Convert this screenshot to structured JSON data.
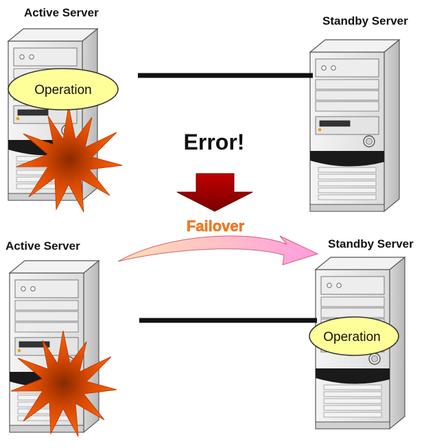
{
  "top_section": {
    "active_label": "Active Server",
    "standby_label": "Standby Server",
    "operation_label": "Operation",
    "error_text": "Error!"
  },
  "transition": {
    "failover_label": "Failover"
  },
  "bottom_section": {
    "active_label": "Active Server",
    "standby_label": "Standby Server",
    "operation_label": "Operation"
  },
  "colors": {
    "server_body": "#e6e6e6",
    "server_side": "#cfcfcf",
    "server_outline": "#555555",
    "link_line": "#111111",
    "operation_bubble": "#ffff99",
    "error_burst_outer": "#ff5a00",
    "error_burst_inner": "#8a2a00",
    "down_arrow": "#a00000",
    "failover_text": "#ff7a1a",
    "failover_arrow_start": "#ffd4a8",
    "failover_arrow_end": "#ff9be0"
  }
}
